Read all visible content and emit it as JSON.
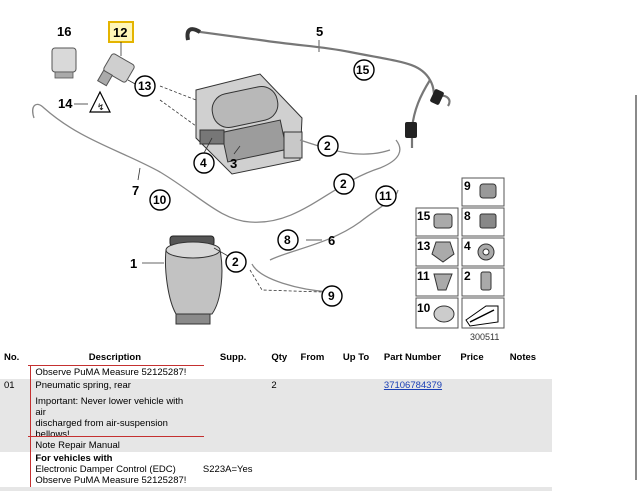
{
  "diagram": {
    "callouts_plain": [
      "16",
      "12",
      "14",
      "5",
      "3",
      "7",
      "1",
      "6"
    ],
    "callouts_circled": [
      "13",
      "15",
      "4",
      "2",
      "2",
      "11",
      "10",
      "8",
      "2",
      "9"
    ],
    "legend": [
      "9",
      "15",
      "8",
      "13",
      "4",
      "11",
      "2",
      "10"
    ],
    "figure_code": "300511"
  },
  "table": {
    "headers": [
      "No.",
      "Description",
      "Supp.",
      "Qty",
      "From",
      "Up To",
      "Part Number",
      "Price",
      "Notes"
    ],
    "row_observe_1": "Observe PuMA Measure 52125287!",
    "row01": {
      "no": "01",
      "desc": "Pneumatic spring, rear",
      "qty": "2",
      "part": "37106784379",
      "important": [
        "Important: Never lower vehicle with air",
        "discharged from air-suspension bellows!",
        "Note Repair Manual"
      ]
    },
    "row_edc": {
      "title": "For vehicles with",
      "line2": "Electronic Damper Control (EDC)",
      "line3": "Observe PuMA Measure 52125287!",
      "supp": "S223A=Yes"
    }
  }
}
